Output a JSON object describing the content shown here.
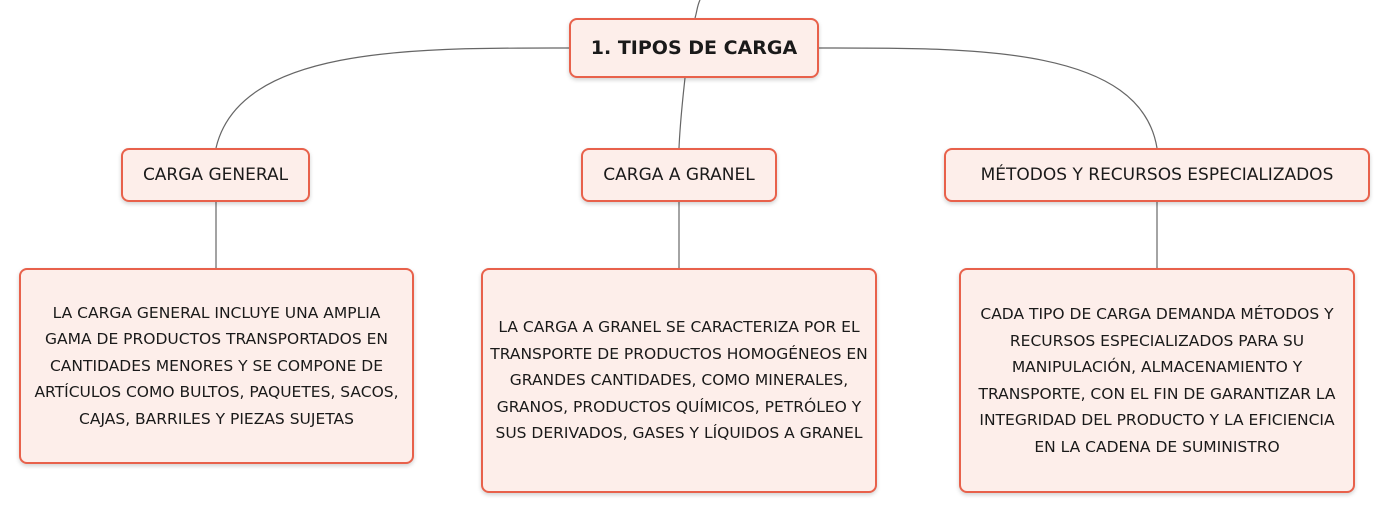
{
  "root": {
    "label": "1. TIPOS DE CARGA"
  },
  "topics": [
    {
      "label": "CARGA GENERAL"
    },
    {
      "label": "CARGA A GRANEL"
    },
    {
      "label": "MÉTODOS Y RECURSOS ESPECIALIZADOS"
    }
  ],
  "details": [
    {
      "text": "LA CARGA GENERAL INCLUYE UNA AMPLIA GAMA DE PRODUCTOS TRANSPORTADOS EN CANTIDADES MENORES Y SE COMPONE DE ARTÍCULOS COMO BULTOS, PAQUETES, SACOS, CAJAS, BARRILES Y PIEZAS SUJETAS"
    },
    {
      "text": "LA CARGA A GRANEL SE CARACTERIZA POR EL TRANSPORTE DE PRODUCTOS HOMOGÉNEOS EN GRANDES CANTIDADES, COMO MINERALES, GRANOS, PRODUCTOS QUÍMICOS, PETRÓLEO Y SUS DERIVADOS, GASES Y LÍQUIDOS A GRANEL"
    },
    {
      "text": "CADA TIPO DE CARGA DEMANDA MÉTODOS Y RECURSOS ESPECIALIZADOS PARA SU MANIPULACIÓN, ALMACENAMIENTO Y TRANSPORTE, CON EL FIN DE GARANTIZAR LA INTEGRIDAD DEL PRODUCTO Y LA EFICIENCIA EN LA CADENA DE SUMINISTRO"
    }
  ],
  "colors": {
    "node_border": "#e8614b",
    "node_fill": "#fdeeea",
    "connector": "#666666"
  }
}
